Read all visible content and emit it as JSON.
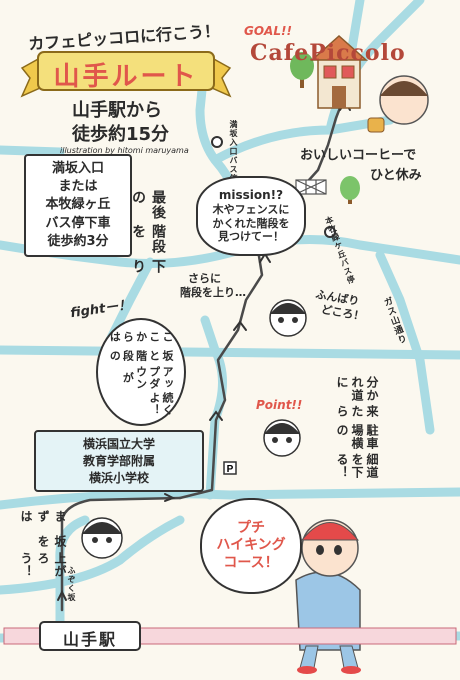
{
  "header": {
    "tagline": "カフェピッコロに行こう！",
    "route_name": "山手ルート",
    "subtitle_line1": "山手駅から",
    "subtitle_line2": "徒歩約15分",
    "credit": "illustration by hitomi maruyama"
  },
  "goal": {
    "goal_label": "GOAL!!",
    "shop_name": "CafePiccolo",
    "caption_line1": "おいしいコーヒーで",
    "caption_line2": "ひと休み"
  },
  "bus_stops": {
    "manzaka": "満坂入口バス停",
    "honmoku": "本牧緑ケ丘バス停"
  },
  "road_name": "ガス山通り",
  "notes": {
    "bus_option": [
      "満坂入口",
      "または",
      "本牧緑ヶ丘",
      "バス停下車",
      "徒歩約3分"
    ],
    "last_stairs": [
      "最後の",
      "階段を",
      "下り"
    ],
    "mission_title": "mission!?",
    "mission_body": [
      "木やフェンスに",
      "かくれた階段を",
      "見つけてー！"
    ],
    "more_stairs": [
      "さらに",
      "階段を上り…"
    ],
    "hang_in": [
      "ふんばり",
      "どころ！"
    ],
    "fight": "fightー！",
    "up_down": [
      "ここからは",
      "坂と階段の",
      "アップダウンが",
      "続くよ！"
    ],
    "point": "Point!!",
    "fork_a": [
      "分かれ道に",
      "来たら",
      "駐車場横の"
    ],
    "fork_b": [
      "細道を下る！"
    ],
    "school": [
      "横浜国立大学",
      "教育学部附属",
      "横浜小学校"
    ],
    "start_climb": [
      "まずは",
      "坂を",
      "上がろう！"
    ],
    "slope_name": "ふぞく坂",
    "hiking": [
      "プチ",
      "ハイキング",
      "コース！"
    ]
  },
  "station": "山手駅",
  "colors": {
    "road": "#a9dbe3",
    "route": "#4a4a4a",
    "ribbon": "#f4e07c",
    "accent_red": "#e0574b",
    "sign_pink": "#f7d7dc"
  }
}
